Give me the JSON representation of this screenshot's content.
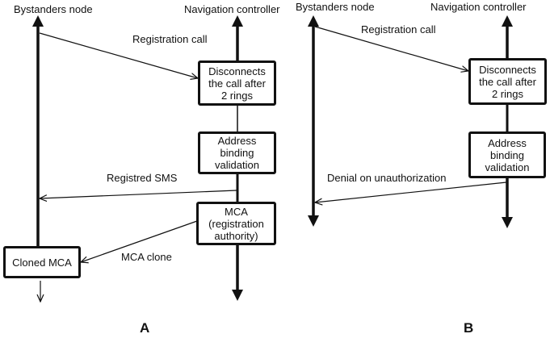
{
  "panels": [
    {
      "letter": "A",
      "actors": {
        "left": "Bystanders node",
        "right": "Navigation controller"
      },
      "boxes": {
        "disconnect": "Disconnects\nthe call after\n2 rings",
        "binding": "Address binding\nvalidation",
        "mca": "MCA\n(registration\nauthority)",
        "cloned": "Cloned MCA"
      },
      "messages": {
        "registration_call": "Registration call",
        "registered_sms": "Registred SMS",
        "mca_clone": "MCA clone"
      }
    },
    {
      "letter": "B",
      "actors": {
        "left": "Bystanders node",
        "right": "Navigation controller"
      },
      "boxes": {
        "disconnect": "Disconnects\nthe call after\n2 rings",
        "binding": "Address\nbinding\nvalidation"
      },
      "messages": {
        "registration_call": "Registration call",
        "denial": "Denial on unauthorization"
      }
    }
  ]
}
